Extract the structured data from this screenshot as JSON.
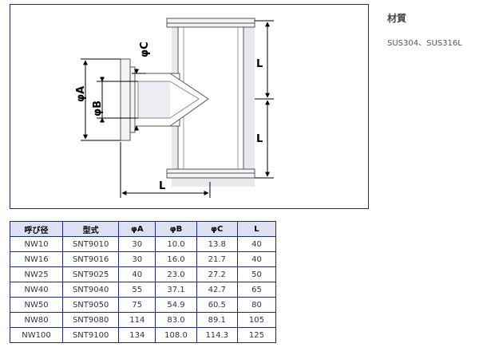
{
  "drawing": {
    "labels": {
      "phi_a": "φA",
      "phi_b": "φB",
      "phi_c": "φC",
      "l_top": "L",
      "l_bottom": "L",
      "l_horizontal": "L"
    }
  },
  "material": {
    "label": "材質",
    "value": "SUS304、SUS316L"
  },
  "table": {
    "headers": [
      "呼び径",
      "型式",
      "φA",
      "φB",
      "φC",
      "L"
    ],
    "rows": [
      [
        "NW10",
        "SNT9010",
        "30",
        "10.0",
        "13.8",
        "40"
      ],
      [
        "NW16",
        "SNT9016",
        "30",
        "16.0",
        "21.7",
        "40"
      ],
      [
        "NW25",
        "SNT9025",
        "40",
        "23.0",
        "27.2",
        "50"
      ],
      [
        "NW40",
        "SNT9040",
        "55",
        "37.1",
        "42.7",
        "65"
      ],
      [
        "NW50",
        "SNT9050",
        "75",
        "54.9",
        "60.5",
        "80"
      ],
      [
        "NW80",
        "SNT9080",
        "114",
        "83.0",
        "89.1",
        "105"
      ],
      [
        "NW100",
        "SNT9100",
        "134",
        "108.0",
        "114.3",
        "125"
      ]
    ]
  }
}
